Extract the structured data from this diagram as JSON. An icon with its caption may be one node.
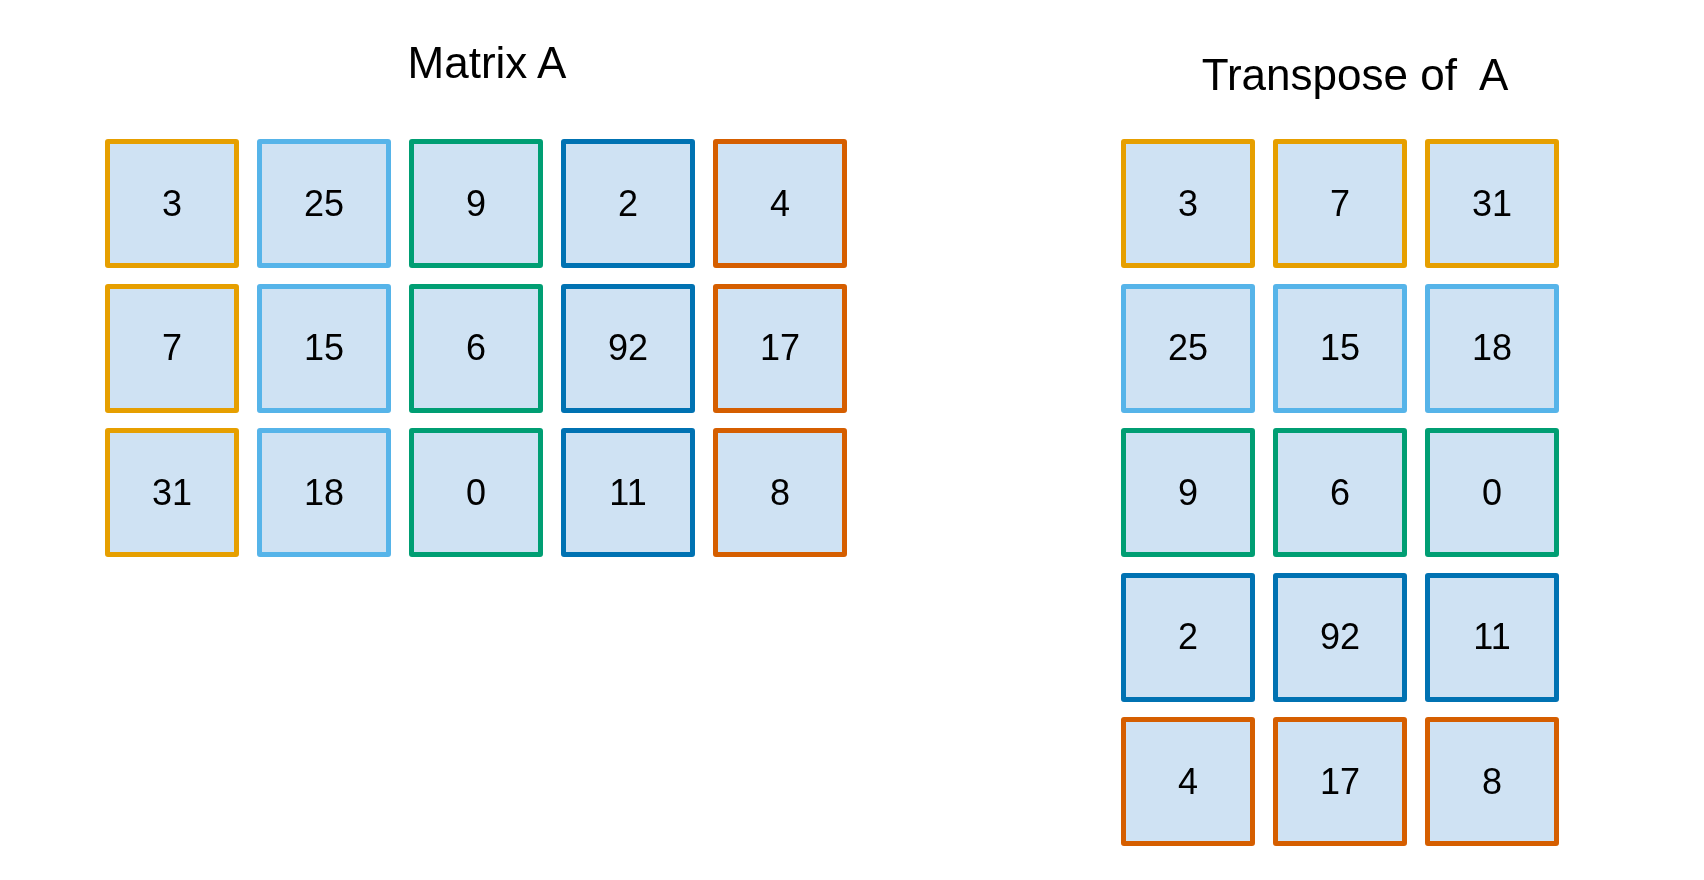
{
  "diagram": {
    "nodes": [
      {
        "text": [
          "3"
        ]
      },
      {
        "text": [
          "25"
        ]
      },
      {
        "text": [
          "9"
        ]
      },
      {
        "text": [
          "2"
        ]
      },
      {
        "text": [
          "4"
        ]
      },
      {
        "text": [
          "7"
        ]
      },
      {
        "text": [
          "15"
        ]
      },
      {
        "text": [
          "6"
        ]
      },
      {
        "text": [
          "92"
        ]
      },
      {
        "text": [
          "17"
        ]
      },
      {
        "text": [
          "31"
        ]
      },
      {
        "text": [
          "18"
        ]
      },
      {
        "text": [
          "0"
        ]
      },
      {
        "text": [
          "11"
        ]
      },
      {
        "text": [
          "8"
        ]
      },
      {
        "text": [
          "3"
        ]
      },
      {
        "text": [
          "7"
        ]
      },
      {
        "text": [
          "31"
        ]
      },
      {
        "text": [
          "25"
        ]
      },
      {
        "text": [
          "15"
        ]
      },
      {
        "text": [
          "18"
        ]
      },
      {
        "text": [
          "9"
        ]
      },
      {
        "text": [
          "6"
        ]
      },
      {
        "text": [
          "0"
        ]
      },
      {
        "text": [
          "2"
        ]
      },
      {
        "text": [
          "92"
        ]
      },
      {
        "text": [
          "11"
        ]
      },
      {
        "text": [
          "4"
        ]
      },
      {
        "text": [
          "17"
        ]
      },
      {
        "text": [
          "8"
        ]
      }
    ],
    "labels": [
      "Matrix A",
      "Transpose of  A"
    ]
  }
}
